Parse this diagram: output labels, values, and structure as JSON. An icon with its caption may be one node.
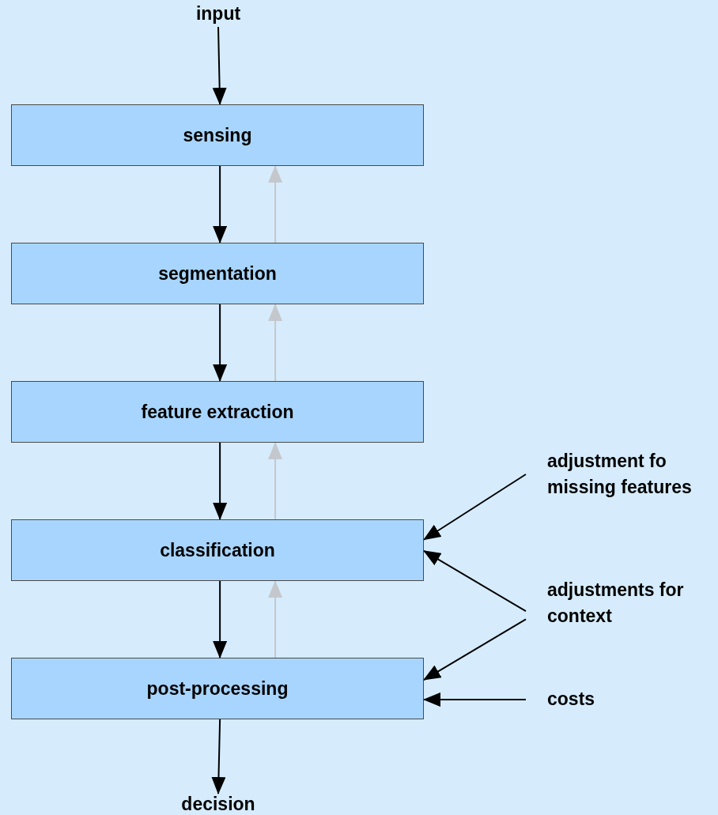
{
  "diagram": {
    "nodes": [
      {
        "text": [
          "input"
        ]
      },
      {
        "text": [
          "sensing"
        ]
      },
      {
        "text": [
          "segmentation"
        ]
      },
      {
        "text": [
          "feature extraction"
        ]
      },
      {
        "text": [
          "classification"
        ]
      },
      {
        "text": [
          "post-processing"
        ]
      },
      {
        "text": [
          "decision"
        ]
      },
      {
        "text": [
          "adjustment fo missing features"
        ]
      },
      {
        "text": [
          "adjustments for context"
        ]
      },
      {
        "text": [
          "costs"
        ]
      }
    ],
    "edges": [
      {
        "from": 0,
        "to": 1,
        "arrow": "to"
      },
      {
        "from": 1,
        "to": 2,
        "arrow": "to"
      },
      {
        "from": 2,
        "to": 3,
        "arrow": "to"
      },
      {
        "from": 3,
        "to": 4,
        "arrow": "to"
      },
      {
        "from": 4,
        "to": 5,
        "arrow": "to"
      },
      {
        "from": 5,
        "to": 6,
        "arrow": "to"
      },
      {
        "from": 2,
        "to": 1,
        "arrow": "to",
        "color": "#c4c8cc"
      },
      {
        "from": 3,
        "to": 2,
        "arrow": "to",
        "color": "#c4c8cc"
      },
      {
        "from": 4,
        "to": 3,
        "arrow": "to",
        "color": "#c4c8cc"
      },
      {
        "from": 5,
        "to": 4,
        "arrow": "to",
        "color": "#c4c8cc"
      },
      {
        "from": 7,
        "to": 4,
        "arrow": "to"
      },
      {
        "from": 8,
        "to": 4,
        "arrow": "to"
      },
      {
        "from": 8,
        "to": 5,
        "arrow": "to"
      },
      {
        "from": 9,
        "to": 5,
        "arrow": "to"
      }
    ]
  }
}
